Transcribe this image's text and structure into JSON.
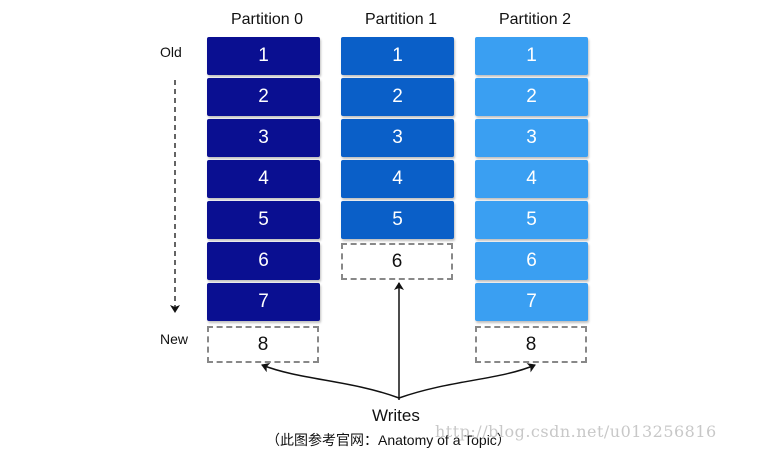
{
  "partitions": [
    {
      "title": "Partition 0",
      "color": "#0a0f91",
      "filled": [
        "1",
        "2",
        "3",
        "4",
        "5",
        "6",
        "7"
      ],
      "pending": "8"
    },
    {
      "title": "Partition 1",
      "color": "#0a5fc8",
      "filled": [
        "1",
        "2",
        "3",
        "4",
        "5"
      ],
      "pending": "6"
    },
    {
      "title": "Partition 2",
      "color": "#3a9ff2",
      "filled": [
        "1",
        "2",
        "3",
        "4",
        "5",
        "6",
        "7"
      ],
      "pending": "8"
    }
  ],
  "axis": {
    "old_label": "Old",
    "new_label": "New"
  },
  "writes_label": "Writes",
  "caption": "（此图参考官网：Anatomy of a Topic）",
  "watermark": "http://blog.csdn.net/u013256816"
}
